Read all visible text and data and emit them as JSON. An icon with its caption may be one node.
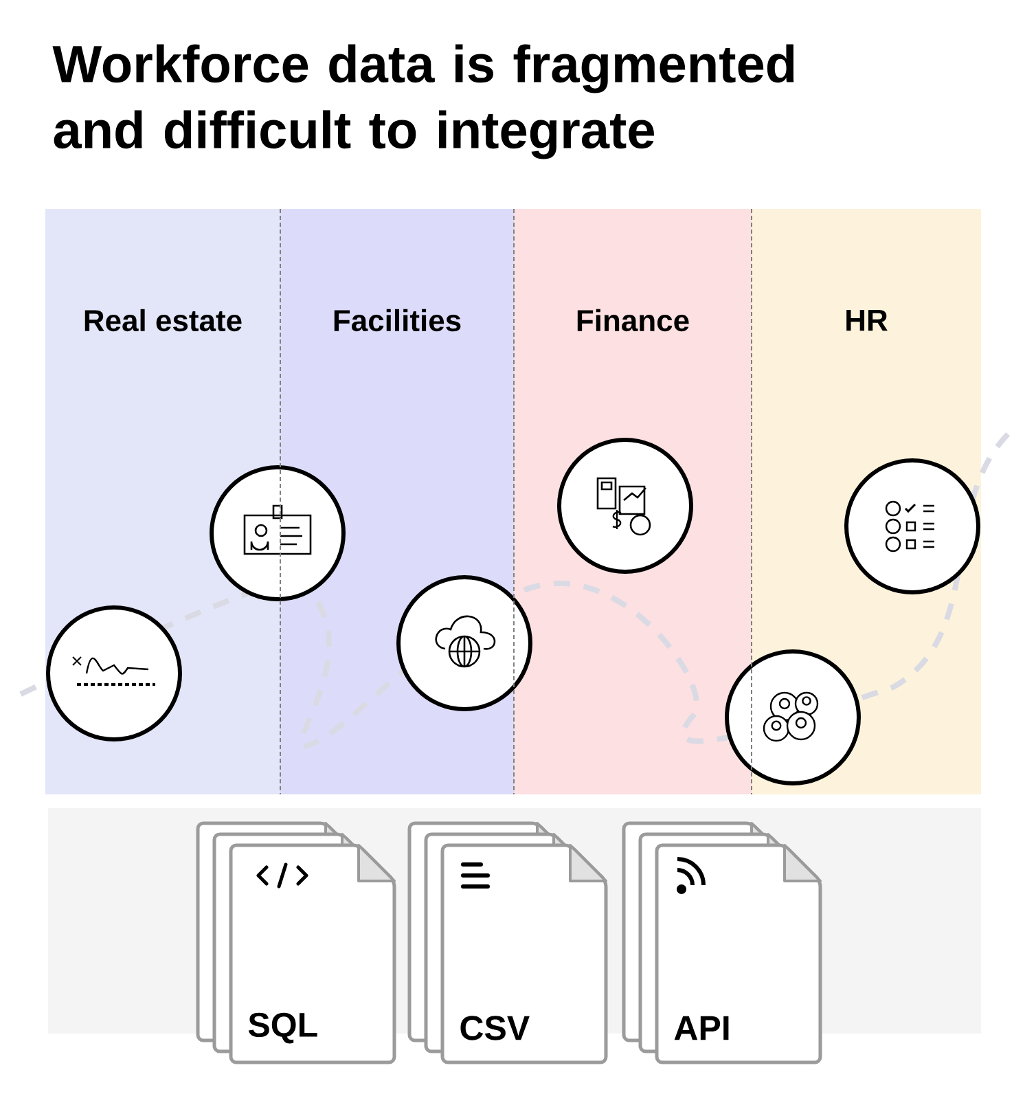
{
  "diagram": {
    "title": "Workforce data is fragmented and difficult to integrate",
    "nodes": [
      {
        "text": [
          "Real estate"
        ]
      },
      {
        "text": [
          "Facilities"
        ]
      },
      {
        "text": [
          "Finance"
        ]
      },
      {
        "text": [
          "HR"
        ]
      },
      {
        "text": [
          "SQL"
        ]
      },
      {
        "text": [
          "CSV"
        ]
      },
      {
        "text": [
          "API"
        ]
      }
    ]
  }
}
